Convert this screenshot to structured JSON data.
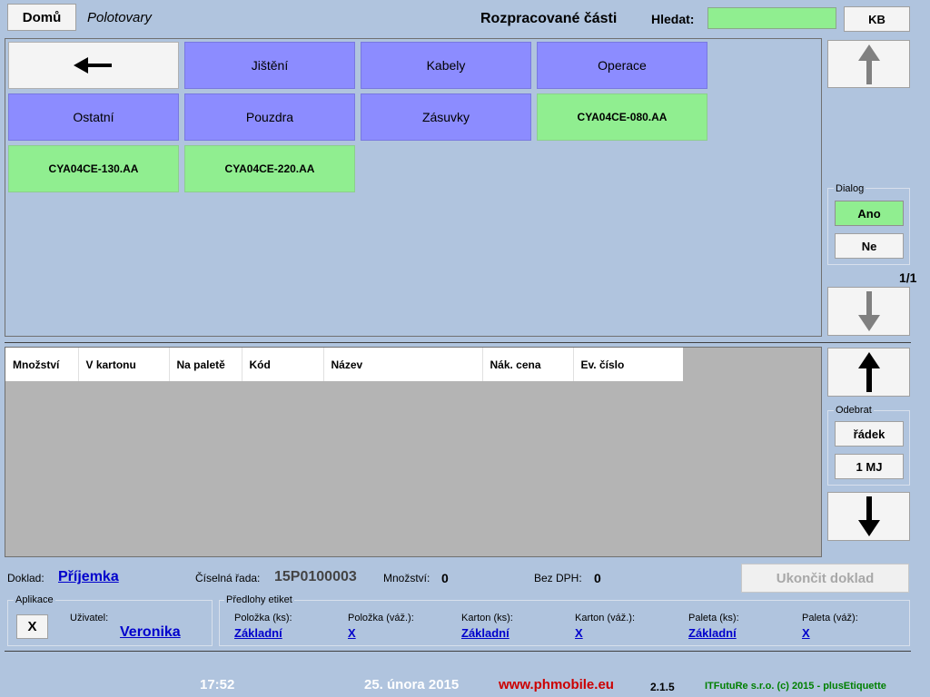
{
  "header": {
    "home_label": "Domů",
    "section_title": "Polotovary",
    "screen_title": "Rozpracované části",
    "search_label": "Hledat:",
    "search_value": "",
    "kb_label": "KB"
  },
  "tiles": [
    {
      "label": "",
      "kind": "back"
    },
    {
      "label": "Jištění",
      "kind": "blue"
    },
    {
      "label": "Kabely",
      "kind": "blue"
    },
    {
      "label": "Operace",
      "kind": "blue"
    },
    {
      "label": "Ostatní",
      "kind": "blue"
    },
    {
      "label": "Pouzdra",
      "kind": "blue"
    },
    {
      "label": "Zásuvky",
      "kind": "blue"
    },
    {
      "label": "CYA04CE-080.AA",
      "kind": "green"
    },
    {
      "label": "CYA04CE-130.AA",
      "kind": "green"
    },
    {
      "label": "CYA04CE-220.AA",
      "kind": "green"
    }
  ],
  "right_panel": {
    "dialog_title": "Dialog",
    "dialog_yes": "Ano",
    "dialog_no": "Ne",
    "page_indicator": "1/1",
    "remove_title": "Odebrat",
    "remove_row": "řádek",
    "remove_unit": "1 MJ"
  },
  "table": {
    "columns": [
      "Množství",
      "V kartonu",
      "Na paletě",
      "Kód",
      "Název",
      "Nák. cena",
      "Ev. číslo"
    ],
    "rows": []
  },
  "document": {
    "doc_label": "Doklad:",
    "doc_value": "Příjemka",
    "series_label": "Číselná řada:",
    "series_value": "15P0100003",
    "qty_label": "Množství:",
    "qty_value": "0",
    "net_label": "Bez DPH:",
    "net_value": "0",
    "finish_button": "Ukončit doklad"
  },
  "app_group": {
    "title": "Aplikace",
    "close_label": "X",
    "user_label": "Uživatel:",
    "user_value": "Veronika"
  },
  "templates_group": {
    "title": "Předlohy etiket",
    "items": [
      {
        "label": "Položka (ks):",
        "value": "Základní"
      },
      {
        "label": "Položka (váž.):",
        "value": "X"
      },
      {
        "label": "Karton (ks):",
        "value": "Základní"
      },
      {
        "label": "Karton (váž.):",
        "value": "X"
      },
      {
        "label": "Paleta (ks):",
        "value": "Základní"
      },
      {
        "label": "Paleta (váž):",
        "value": "X"
      }
    ]
  },
  "footer": {
    "time": "17:52",
    "date": "25. února 2015",
    "website": "www.phmobile.eu",
    "version": "2.1.5",
    "company": "ITFutuRe s.r.o. (c) 2015 - plusEtiquette"
  },
  "colors": {
    "background": "#b0c4de",
    "tile_blue": "#8c8cff",
    "tile_green": "#90ee90",
    "link_blue": "#0000cc",
    "website_red": "#cc0000",
    "company_green": "#008000"
  }
}
